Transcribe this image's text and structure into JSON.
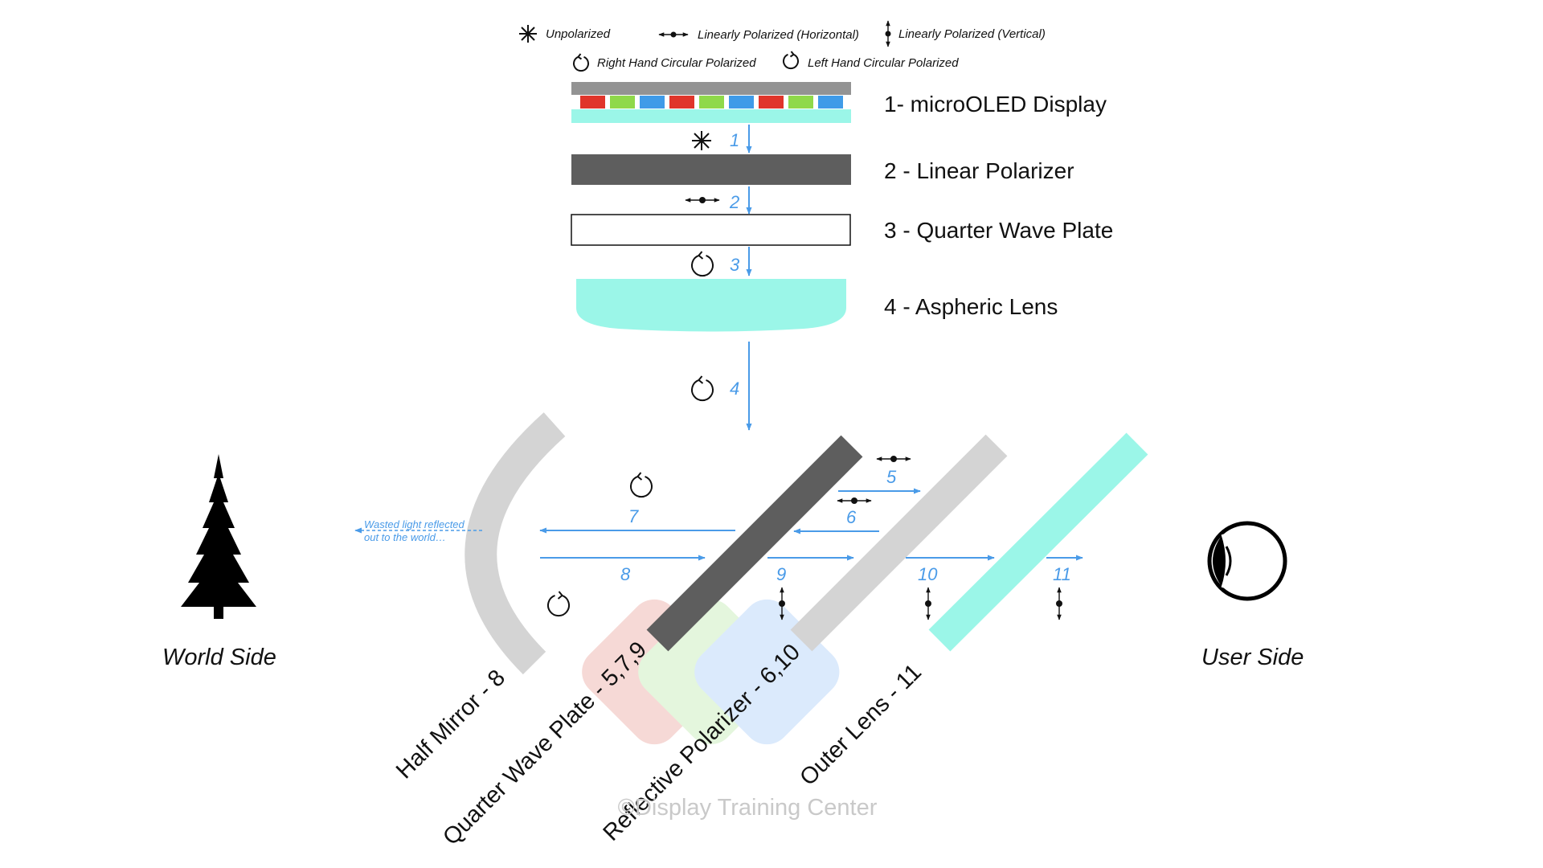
{
  "legend": {
    "unpolarized": "Unpolarized",
    "linear_horizontal": "Linearly Polarized (Horizontal)",
    "linear_vertical": "Linearly Polarized (Vertical)",
    "right_circular": "Right Hand Circular Polarized",
    "left_circular": "Left Hand Circular Polarized"
  },
  "stack_labels": {
    "display": "1- microOLED Display",
    "linear_polarizer": "2 - Linear Polarizer",
    "quarter_wave_plate": "3 - Quarter Wave Plate",
    "aspheric_lens": "4 - Aspheric Lens"
  },
  "steps": [
    "1",
    "2",
    "3",
    "4",
    "5",
    "6",
    "7",
    "8",
    "9",
    "10",
    "11"
  ],
  "component_labels": {
    "half_mirror": "Half Mirror - 8",
    "quarter_wave_plate": "Quarter Wave Plate - 5,7,9",
    "reflective_polarizer": "Reflective Polarizer - 6,10",
    "outer_lens": "Outer Lens - 11"
  },
  "sides": {
    "world": "World Side",
    "user": "User Side"
  },
  "wasted_note": {
    "line1": "Wasted light reflected",
    "line2": "out to the world…"
  },
  "copyright": "©Display Training Center",
  "colors": {
    "arrow_blue": "#4a9be8",
    "pixel_red": "#e0352b",
    "pixel_green": "#8fd94a",
    "pixel_blue": "#3f9be8",
    "aqua": "#9bf6e8",
    "dark_gray": "#5e5e5e",
    "light_gray": "#d4d4d4",
    "zone_red": "#f6d9d6",
    "zone_green": "#e4f6dd",
    "zone_blue": "#dbeafc"
  },
  "icons": [
    "unpolarized-icon",
    "linear-horizontal-icon",
    "linear-vertical-icon",
    "right-circular-icon",
    "left-circular-icon",
    "tree-icon",
    "eye-icon"
  ]
}
